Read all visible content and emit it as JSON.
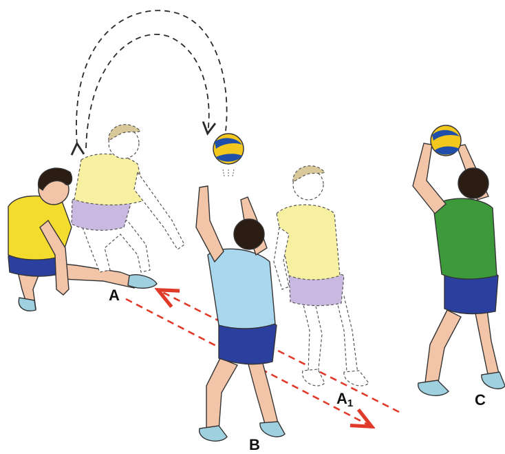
{
  "labels": {
    "a": "A",
    "a1": "A",
    "a1_subscript": "1",
    "b": "B",
    "c": "C"
  },
  "colors": {
    "trajectory": "#2a2a2a",
    "movement_arrow": "#e03a2a",
    "skin": "#f2c4a8",
    "hair_dark": "#2b1d14",
    "hair_light": "#d8c89a",
    "shirt_yellow": "#f3dc2e",
    "shirt_yellow_ghost": "#f6f0a0",
    "shirt_lightblue": "#a9d7ee",
    "shirt_green": "#3c9a3a",
    "shorts_blue": "#2b3f9e",
    "shorts_ghost": "#c9b8e0",
    "shoe": "#9fd0e0",
    "ball_yellow": "#f2c81e",
    "ball_blue": "#1f4fa8"
  },
  "icons": [
    "volleyball-icon"
  ]
}
